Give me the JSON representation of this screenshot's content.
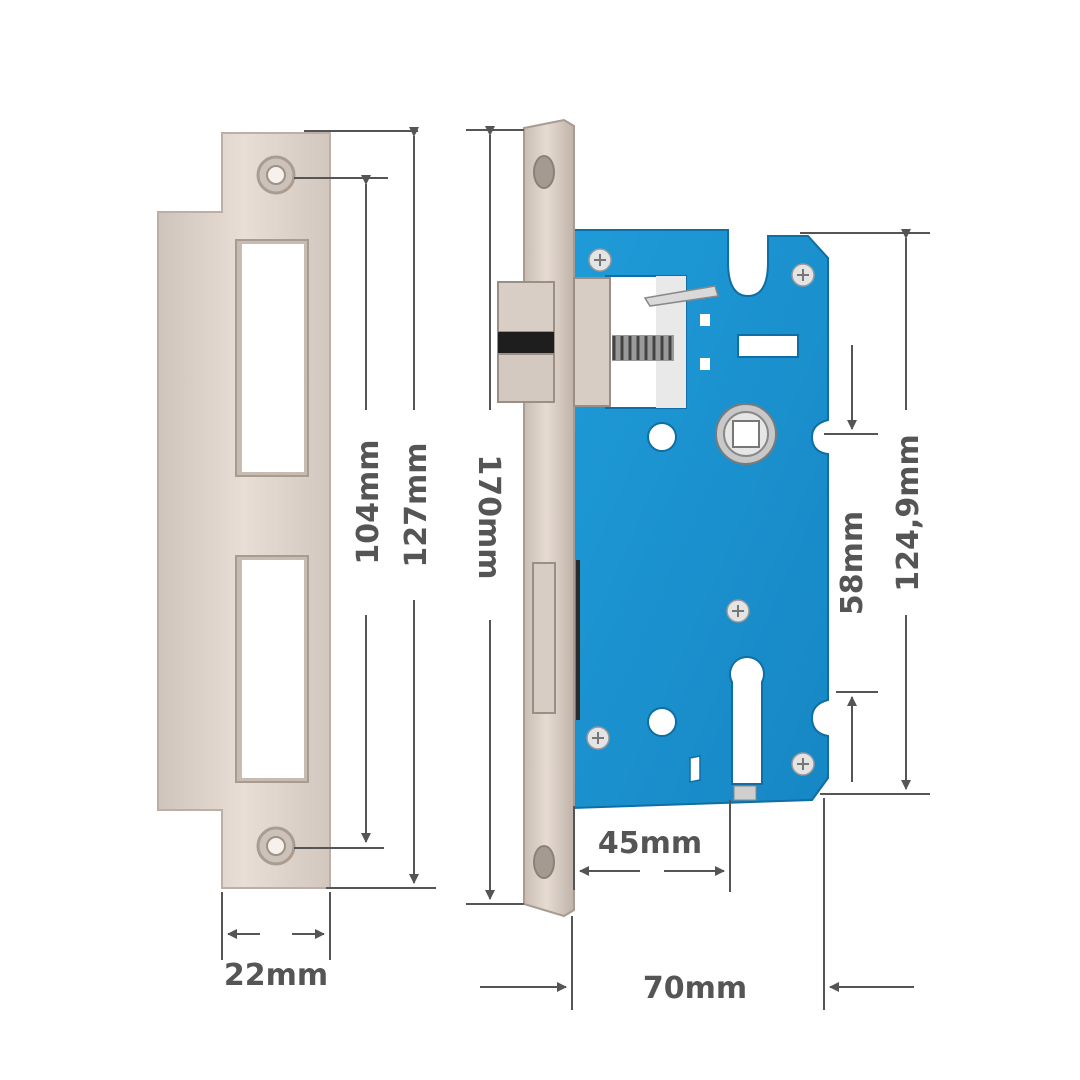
{
  "dimensions": {
    "strike_width": "22mm",
    "strike_hole_spacing": "104mm",
    "strike_height": "127mm",
    "faceplate_height": "170mm",
    "body_height": "124,9mm",
    "handle_to_cylinder": "58mm",
    "backset": "45mm",
    "body_depth": "70mm"
  },
  "colors": {
    "steel": "#ddd2c9",
    "body_blue": "#1a93d1",
    "dimension_line": "#555555"
  }
}
